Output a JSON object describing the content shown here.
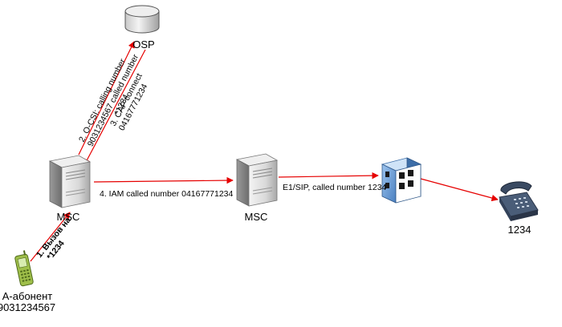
{
  "nodes": {
    "osp": {
      "label": "OSP"
    },
    "msc1": {
      "label": "MSC"
    },
    "msc2": {
      "label": "MSC"
    },
    "phone": {
      "label": "1234"
    },
    "subscriber": {
      "label_line1": "А-абонент",
      "label_line2": "9031234567"
    }
  },
  "links": {
    "step1": {
      "line1": "1. Вызов на",
      "line2": "*1234"
    },
    "step2": {
      "line1": "2. O-CSI: calling number",
      "line2": "9031234567 called number",
      "line3": "*1234"
    },
    "step3": {
      "line1": "3. CAP connect",
      "line2": "04167771234"
    },
    "step4": {
      "text": "4. IAM called number 04167771234"
    },
    "e1sip": {
      "text": "E1/SIP, called number 1234"
    }
  },
  "colors": {
    "arrow": "#e60000",
    "server_body": "#d8d8d8",
    "switch": "#6f9fd2",
    "phone": "#3d4f66"
  },
  "icons": {
    "osp": "database-icon",
    "msc": "server-tower-icon",
    "switch": "pbx-switch-icon",
    "phone": "desk-phone-icon",
    "mobile": "mobile-phone-icon"
  }
}
